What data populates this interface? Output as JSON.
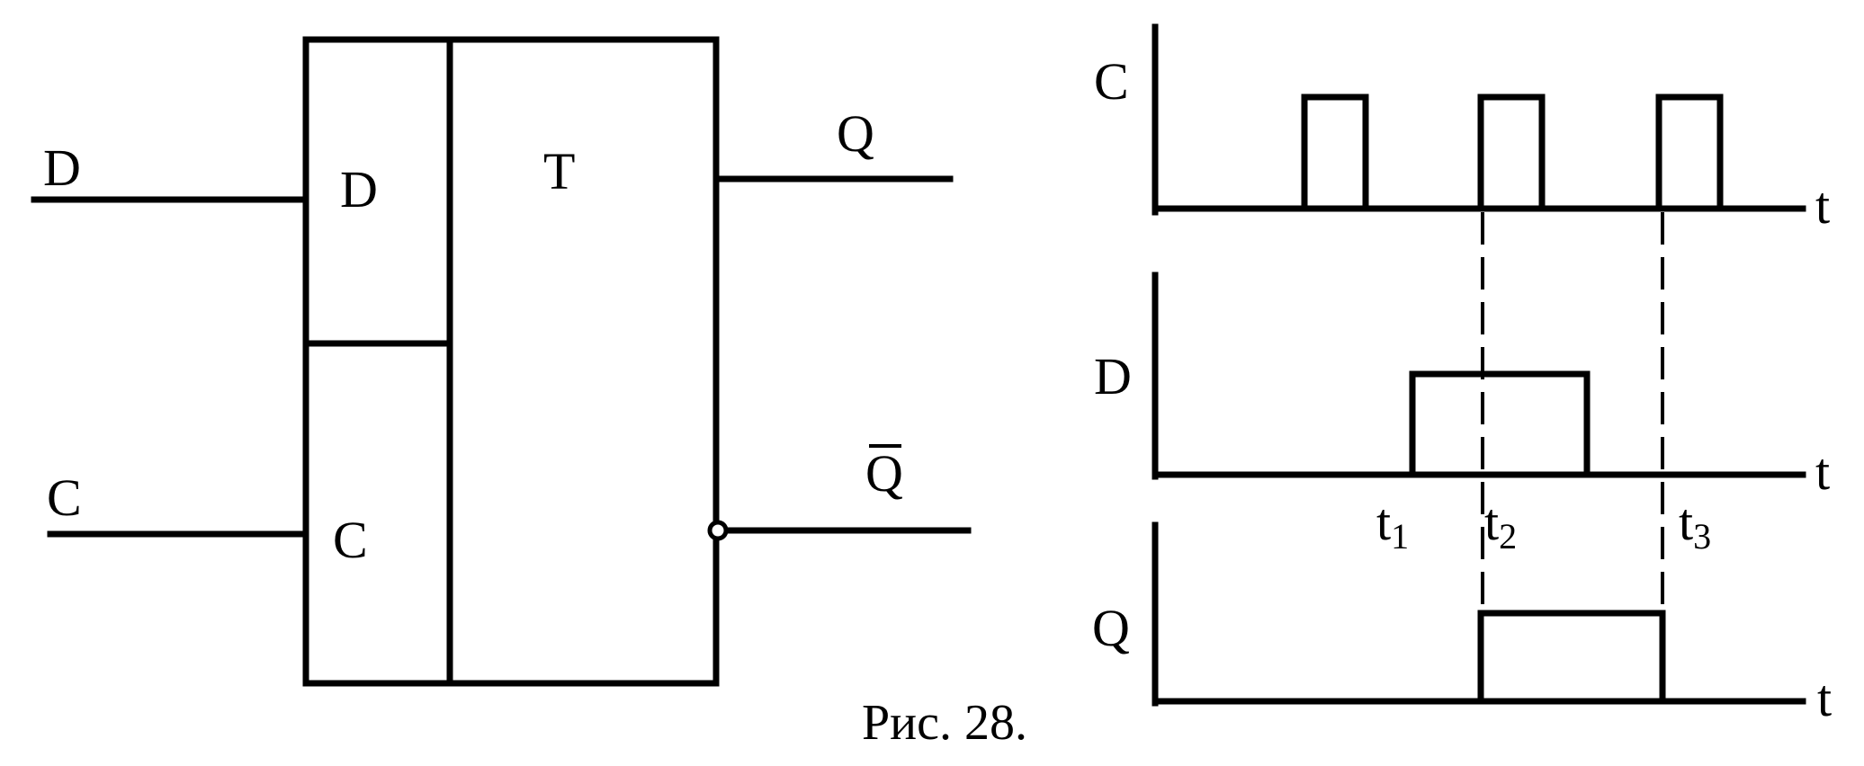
{
  "flipflop": {
    "input_d_label": "D",
    "input_c_label": "C",
    "cell_d_label": "D",
    "cell_c_label": "C",
    "core_label": "T",
    "output_q_label": "Q",
    "output_qbar_label": "Q"
  },
  "timing": {
    "c_label": "C",
    "d_label": "D",
    "q_label": "Q",
    "time_axis_label": "t",
    "markers": [
      {
        "t": "t",
        "sub": "1"
      },
      {
        "t": "t",
        "sub": "2"
      },
      {
        "t": "t",
        "sub": "3"
      }
    ]
  },
  "caption": "Рис. 28."
}
